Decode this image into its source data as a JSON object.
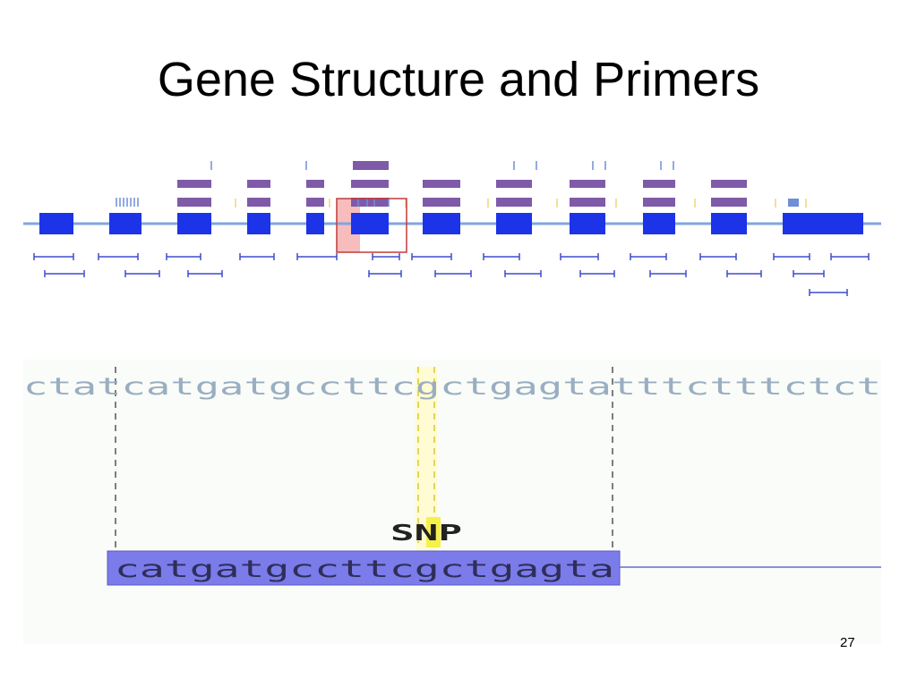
{
  "slide": {
    "title": "Gene Structure and Primers",
    "page_number": "27"
  },
  "gene_view": {
    "colors": {
      "axis": "#7fa6e0",
      "exon": "#1d33e8",
      "transcript": "#7f5aa8",
      "primer": "#3f4dcc",
      "highlight_fill": "#f6b0b0",
      "highlight_stroke": "#c23b3b",
      "tick": "#f0d27a"
    }
  },
  "sequence_view": {
    "genomic_sequence": "ctatcatgatgccttcgctgagtatttctttctct",
    "primer_sequence": "catgatgccttcgctgagta",
    "snp_label": "SNP",
    "colors": {
      "sequence_text": "#9aaec2",
      "primer_fill": "#7b7bea",
      "primer_text": "#2e2e5a",
      "snp_highlight": "#f6f04a",
      "guide_line": "#555555",
      "snp_guide": "#d8c73a",
      "line": "#6a6ad0"
    }
  }
}
